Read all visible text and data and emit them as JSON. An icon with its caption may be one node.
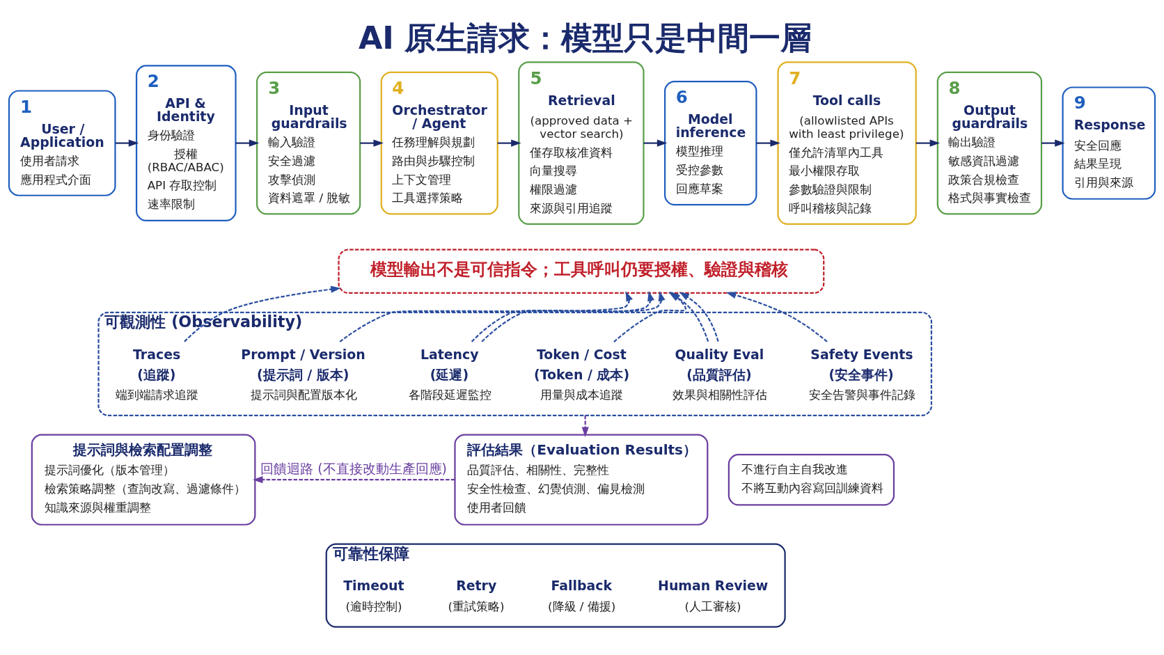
{
  "diagram": {
    "title": "AI 原生請求：模型只是中間一層",
    "nodes": [
      {
        "text": [
          "1",
          "User / Application",
          "使用者請求",
          "應用程式介面"
        ]
      },
      {
        "text": [
          "2",
          "API & Identity",
          "身份驗證",
          "授權 (RBAC/ABAC)",
          "API 存取控制",
          "速率限制"
        ]
      },
      {
        "text": [
          "3",
          "Input guardrails",
          "輸入驗證",
          "安全過濾",
          "攻擊偵測",
          "資料遮罩 / 脫敏"
        ]
      },
      {
        "text": [
          "4",
          "Orchestrator / Agent",
          "任務理解與規劃",
          "路由與步驟控制",
          "上下文管理",
          "工具選擇策略"
        ]
      },
      {
        "text": [
          "5",
          "Retrieval",
          "(approved data + vector search)",
          "僅存取核准資料",
          "向量搜尋",
          "權限過濾",
          "來源與引用追蹤"
        ]
      },
      {
        "text": [
          "6",
          "Model inference",
          "模型推理",
          "受控參數",
          "回應草案"
        ]
      },
      {
        "text": [
          "7",
          "Tool calls",
          "(allowlisted APIs with least privilege)",
          "僅允許清單內工具",
          "最小權限存取",
          "參數驗證與限制",
          "呼叫稽核與記錄"
        ]
      },
      {
        "text": [
          "8",
          "Output guardrails",
          "輸出驗證",
          "敏感資訊過濾",
          "政策合規檢查",
          "格式與事實檢查"
        ]
      },
      {
        "text": [
          "9",
          "Response",
          "安全回應",
          "結果呈現",
          "引用與來源"
        ]
      },
      {
        "text": [
          "模型輸出不是可信指令；工具呼叫仍要授權、驗證與稽核"
        ]
      },
      {
        "text": [
          "可觀測性 (Observability)"
        ]
      },
      {
        "text": [
          "Traces",
          "(追蹤)",
          "端到端請求追蹤"
        ],
        "in": 10
      },
      {
        "text": [
          "Prompt / Version",
          "(提示詞 / 版本)",
          "提示詞與配置版本化"
        ],
        "in": 10
      },
      {
        "text": [
          "Latency",
          "(延遲)",
          "各階段延遲監控"
        ],
        "in": 10
      },
      {
        "text": [
          "Token / Cost",
          "(Token / 成本)",
          "用量與成本追蹤"
        ],
        "in": 10
      },
      {
        "text": [
          "Quality Eval",
          "(品質評估)",
          "效果與相關性評估"
        ],
        "in": 10
      },
      {
        "text": [
          "Safety Events",
          "(安全事件)",
          "安全告警與事件記錄"
        ],
        "in": 10
      },
      {
        "text": [
          "提示詞與檢索配置調整",
          "提示詞優化（版本管理）",
          "檢索策略調整（查詢改寫、過濾條件）",
          "知識來源與權重調整"
        ]
      },
      {
        "text": [
          "評估結果（Evaluation Results）",
          "品質評估、相關性、完整性",
          "安全性檢查、幻覺偵測、偏見檢測",
          "使用者回饋"
        ]
      },
      {
        "text": [
          "不進行自主自我改進",
          "不將互動內容寫回訓練資料"
        ]
      },
      {
        "text": [
          "可靠性保障"
        ]
      },
      {
        "text": [
          "Timeout",
          "(逾時控制)"
        ],
        "in": 20
      },
      {
        "text": [
          "Retry",
          "(重試策略)"
        ],
        "in": 20
      },
      {
        "text": [
          "Fallback",
          "(降級 / 備援)"
        ],
        "in": 20
      },
      {
        "text": [
          "Human Review",
          "(人工審核)"
        ],
        "in": 20
      }
    ],
    "edges": [
      {
        "from": 0,
        "to": 1,
        "arrow": "to"
      },
      {
        "from": 1,
        "to": 2,
        "arrow": "to"
      },
      {
        "from": 2,
        "to": 3,
        "arrow": "to"
      },
      {
        "from": 3,
        "to": 4,
        "arrow": "to"
      },
      {
        "from": 4,
        "to": 5,
        "arrow": "to"
      },
      {
        "from": 5,
        "to": 6,
        "arrow": "to"
      },
      {
        "from": 6,
        "to": 7,
        "arrow": "to"
      },
      {
        "from": 7,
        "to": 8,
        "arrow": "to"
      },
      {
        "from": 11,
        "to": 9,
        "arrow": "to",
        "style": "dashed",
        "color": "#2b4fa0"
      },
      {
        "from": 12,
        "to": 9,
        "arrow": "to",
        "style": "dashed",
        "color": "#2b4fa0"
      },
      {
        "from": 13,
        "to": 9,
        "arrow": "to",
        "style": "dashed",
        "color": "#2b4fa0"
      },
      {
        "from": 13,
        "to": 9,
        "arrow": "to",
        "style": "dashed",
        "color": "#2b4fa0"
      },
      {
        "from": 14,
        "to": 9,
        "arrow": "to",
        "style": "dashed",
        "color": "#2b4fa0"
      },
      {
        "from": 15,
        "to": 9,
        "arrow": "to",
        "style": "dashed",
        "color": "#2b4fa0"
      },
      {
        "from": 15,
        "to": 9,
        "arrow": "to",
        "style": "dashed",
        "color": "#2b4fa0"
      },
      {
        "from": 16,
        "to": 9,
        "arrow": "to",
        "style": "dashed",
        "color": "#2b4fa0"
      },
      {
        "from": 10,
        "to": 18,
        "arrow": "to",
        "style": "dashed",
        "color": "#6a3fa0"
      },
      {
        "from": 18,
        "to": 17,
        "arrow": "to",
        "label": "回饋迴路 (不直接改動生產回應)",
        "style": "dashed",
        "color": "#6a3fa0"
      }
    ]
  }
}
